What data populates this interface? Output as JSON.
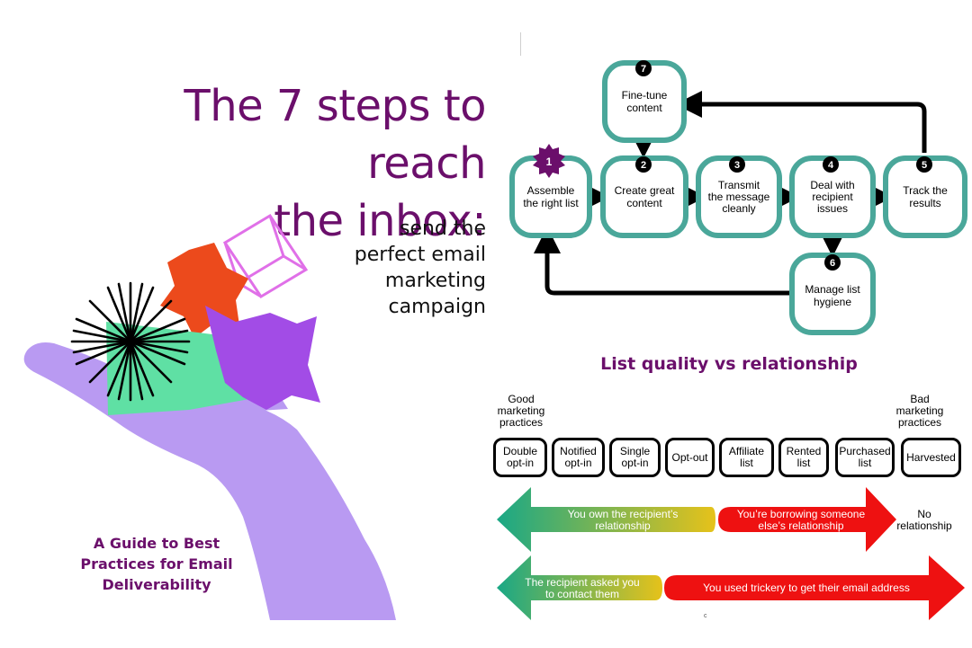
{
  "header": {
    "title_line1": "The 7 steps to reach",
    "title_line2": "the inbox:",
    "subtitle_lines": [
      "send the",
      "perfect email",
      "marketing",
      "campaign"
    ],
    "guide_lines": [
      "A Guide to Best",
      "Practices for Email",
      "Deliverability"
    ]
  },
  "steps": [
    {
      "num": "1",
      "lines": [
        "Assemble",
        "the right list"
      ]
    },
    {
      "num": "2",
      "lines": [
        "Create great",
        "content"
      ]
    },
    {
      "num": "3",
      "lines": [
        "Transmit",
        "the message",
        "cleanly"
      ]
    },
    {
      "num": "4",
      "lines": [
        "Deal with",
        "recipient",
        "issues"
      ]
    },
    {
      "num": "5",
      "lines": [
        "Track the",
        "results"
      ]
    },
    {
      "num": "6",
      "lines": [
        "Manage list",
        "hygiene"
      ]
    },
    {
      "num": "7",
      "lines": [
        "Fine-tune",
        "content"
      ]
    }
  ],
  "relationship": {
    "title": "List quality vs relationship",
    "good_label": [
      "Good",
      "marketing",
      "practices"
    ],
    "bad_label": [
      "Bad",
      "marketing",
      "practices"
    ],
    "list_types": [
      [
        "Double",
        "opt-in"
      ],
      [
        "Notified",
        "opt-in"
      ],
      [
        "Single",
        "opt-in"
      ],
      [
        "Opt-out"
      ],
      [
        "Affiliate",
        "list"
      ],
      [
        "Rented",
        "list"
      ],
      [
        "Purchased",
        "list"
      ],
      [
        "Harvested"
      ]
    ],
    "own_relationship": [
      "You own the recipient’s",
      "relationship"
    ],
    "borrowing": [
      "You’re borrowing someone",
      "else’s relationship"
    ],
    "no_relationship": [
      "No",
      "relationship"
    ],
    "asked_contact": [
      "The recipient asked you",
      "to contact them"
    ],
    "trickery": "You used trickery to get their email address",
    "footnote": "c"
  },
  "colors": {
    "title_purple": "#6b0f6b",
    "step_border_teal": "#4aa79a",
    "gradient_green": "#1aa886",
    "gradient_yellow": "#e6c21a",
    "red": "#ee1111",
    "hand_lavender": "#b99af2",
    "star_orange": "#ec4a1c",
    "cube_pink": "#e070e8",
    "cup_green": "#5fe0a4",
    "cup_violet": "#a24ce6"
  }
}
